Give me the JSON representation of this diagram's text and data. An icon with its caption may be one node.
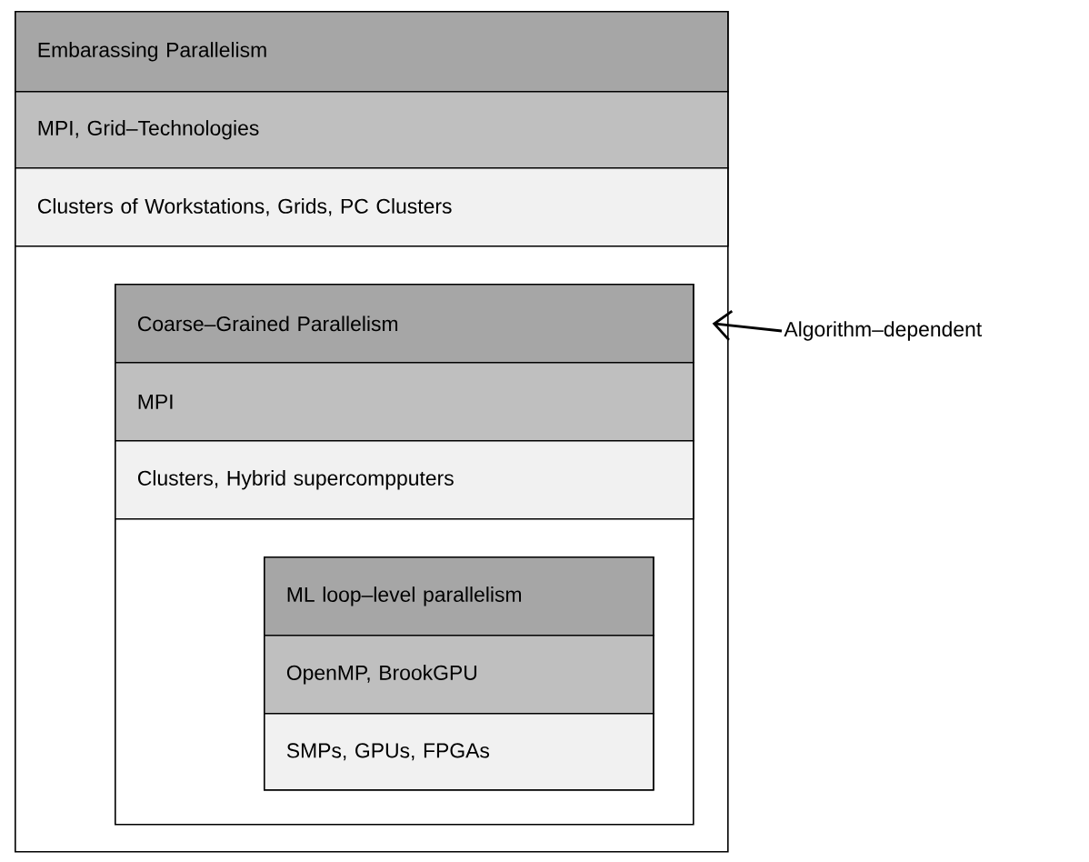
{
  "diagram": {
    "nodes": [
      {
        "text": [],
        "shape": "box"
      },
      {
        "text": [
          "Embarassing Parallelism"
        ],
        "in": 0
      },
      {
        "text": [
          "MPI, Grid–Technologies"
        ],
        "in": 0
      },
      {
        "text": [
          "Clusters of Workstations, Grids, PC Clusters"
        ],
        "in": 0
      },
      {
        "text": [],
        "shape": "box",
        "in": 0
      },
      {
        "text": [
          "Coarse–Grained Parallelism"
        ],
        "in": 4
      },
      {
        "text": [
          "MPI"
        ],
        "in": 4
      },
      {
        "text": [
          "Clusters, Hybrid supercompputers"
        ],
        "in": 4
      },
      {
        "text": [],
        "shape": "box",
        "in": 4
      },
      {
        "text": [
          "ML loop–level parallelism"
        ],
        "in": 8
      },
      {
        "text": [
          "OpenMP, BrookGPU"
        ],
        "in": 8
      },
      {
        "text": [
          "SMPs, GPUs, FPGAs"
        ],
        "in": 8
      },
      {
        "text": [
          "Algorithm–dependent"
        ]
      }
    ],
    "edges": [
      {
        "from": 12,
        "to": 5,
        "arrow": "to"
      }
    ]
  }
}
